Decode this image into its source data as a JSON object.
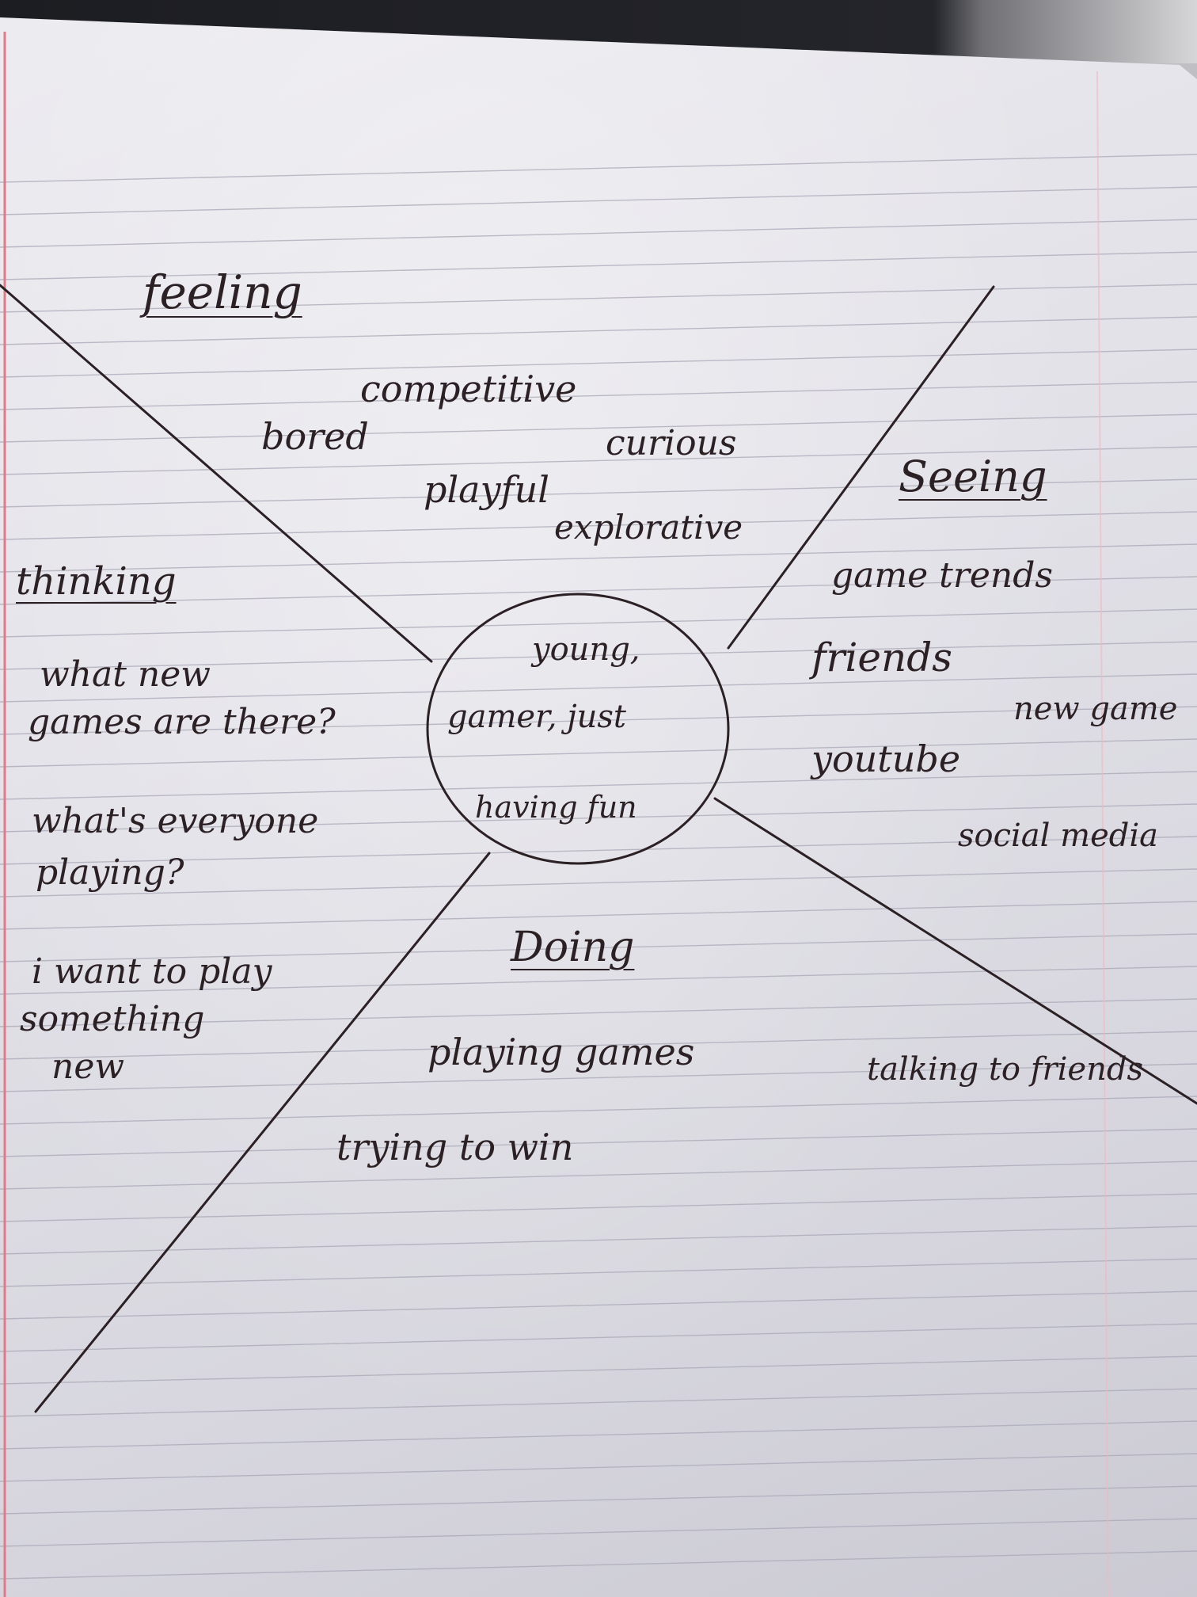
{
  "colors": {
    "ink": "#2b2024",
    "margin_line": "#e07a8a",
    "ruled_line": "#a9a8b6"
  },
  "center": {
    "line1": "young,",
    "line2": "gamer, just",
    "line3": "having fun"
  },
  "quadrants": {
    "feeling": {
      "heading": "feeling",
      "items": [
        "competitive",
        "bored",
        "curious",
        "playful",
        "explorative"
      ]
    },
    "seeing": {
      "heading": "Seeing",
      "items": [
        "game trends",
        "friends",
        "new game",
        "youtube",
        "social media"
      ]
    },
    "thinking": {
      "heading": "thinking",
      "items": [
        "what new",
        "games are there?",
        "what's everyone",
        "playing?",
        "i want to play",
        "something",
        "new"
      ]
    },
    "doing": {
      "heading": "Doing",
      "items": [
        "playing games",
        "trying to win",
        "talking to friends"
      ]
    }
  }
}
